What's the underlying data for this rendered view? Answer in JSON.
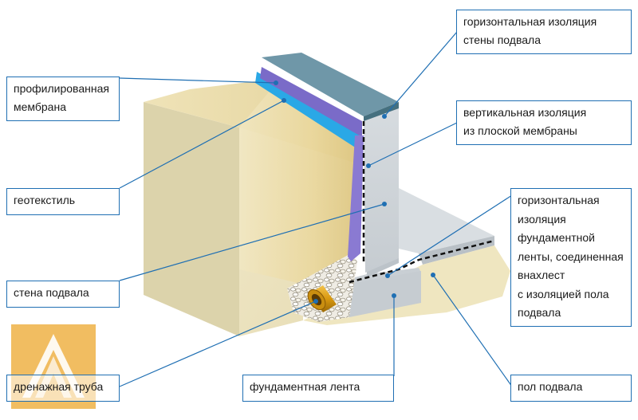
{
  "colors": {
    "leader_line": "#1f6fb3",
    "box_border": "#1f6fb3",
    "soil": "#e8dcae",
    "concrete": "#d3d8dc",
    "membrane_blue": "#2aa8e6",
    "geotextile_purple": "#7a6bc8",
    "top_insulation": "#6f97a8",
    "drain_pipe": "#d29a1a",
    "logo_bg": "#f0b650"
  },
  "labels": {
    "profiled_membrane": [
      "профилированная",
      "мембрана"
    ],
    "geotextile": [
      "геотекстиль"
    ],
    "basement_wall": [
      "стена подвала"
    ],
    "drain_pipe": [
      "дренажная труба"
    ],
    "foundation_strip": [
      "фундаментная лента"
    ],
    "horizontal_wall_insulation": [
      "горизонтальная изоляция",
      "стены подвала"
    ],
    "vertical_insulation": [
      "вертикальная изоляция",
      "из плоской мембраны"
    ],
    "horizontal_foundation_insulation": [
      "горизонтальная",
      "изоляция",
      "фундаментной",
      "ленты, соединенная",
      "внахлест",
      "с изоляцией пола",
      "подвала"
    ],
    "basement_floor": [
      "пол подвала"
    ]
  },
  "icons": {
    "logo": "triangle-logo-icon",
    "drain_pipe": "drain-pipe-icon"
  }
}
